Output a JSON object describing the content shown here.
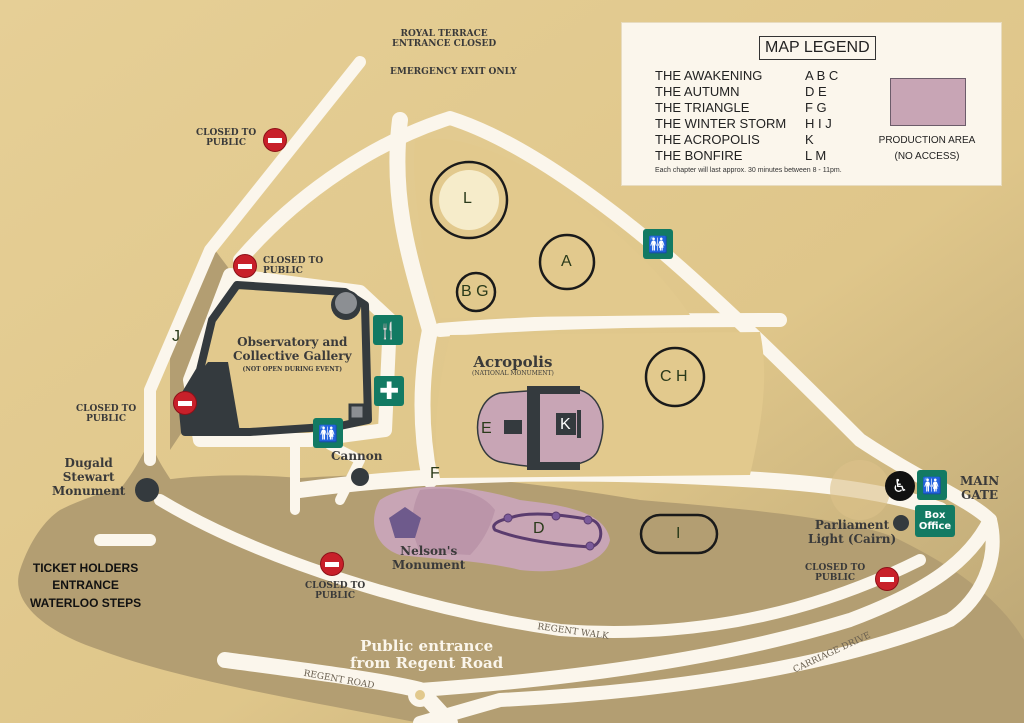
{
  "legend": {
    "title": "MAP LEGEND",
    "chapters": [
      {
        "name": "THE AWAKENING",
        "codes": "A B C"
      },
      {
        "name": "THE AUTUMN",
        "codes": "D E"
      },
      {
        "name": "THE TRIANGLE",
        "codes": "F G"
      },
      {
        "name": "THE WINTER STORM",
        "codes": "H I J"
      },
      {
        "name": "THE ACROPOLIS",
        "codes": "K"
      },
      {
        "name": "THE BONFIRE",
        "codes": "L M"
      }
    ],
    "production_area_line1": "PRODUCTION AREA",
    "production_area_line2": "(NO ACCESS)",
    "production_area_color": "#c8a5b5",
    "note": "Each chapter will last approx. 30 minutes between 8 - 11pm."
  },
  "labels": {
    "royal_terrace_1": "ROYAL TERRACE",
    "royal_terrace_2": "ENTRANCE CLOSED",
    "emergency_exit": "EMERGENCY EXIT ONLY",
    "closed_to": "CLOSED TO",
    "public": "PUBLIC",
    "observatory_1": "Observatory and",
    "observatory_2": "Collective Gallery",
    "observatory_note": "(NOT OPEN DURING EVENT)",
    "acropolis": "Acropolis",
    "acropolis_note": "(NATIONAL MONUMENT)",
    "cannon": "Cannon",
    "dugald_1": "Dugald",
    "dugald_2": "Stewart",
    "dugald_3": "Monument",
    "nelson_1": "Nelson's",
    "nelson_2": "Monument",
    "ticket_1": "TICKET HOLDERS",
    "ticket_2": "ENTRANCE",
    "ticket_3": "WATERLOO STEPS",
    "public_entrance_1": "Public entrance",
    "public_entrance_2": "from Regent Road",
    "regent_road": "REGENT ROAD",
    "regent_walk": "REGENT WALK",
    "carriage_drive": "CARRIAGE DRIVE",
    "parliament_1": "Parliament",
    "parliament_2": "Light (Cairn)",
    "main_gate_1": "MAIN",
    "main_gate_2": "GATE",
    "box_office_1": "Box",
    "box_office_2": "Office"
  },
  "zones": {
    "L": "L",
    "A": "A",
    "BG": "B G",
    "CH": "C H",
    "I": "I",
    "D": "D",
    "E": "E",
    "K": "K",
    "F": "F",
    "J": "J"
  },
  "colors": {
    "ground": "#e2c98d",
    "dark_ground": "#b39e72",
    "path": "#fbf6ec",
    "production": "#c8a5b5",
    "sign_green": "#137a63",
    "no_entry_red": "#c8202a",
    "building": "#343a3e"
  }
}
